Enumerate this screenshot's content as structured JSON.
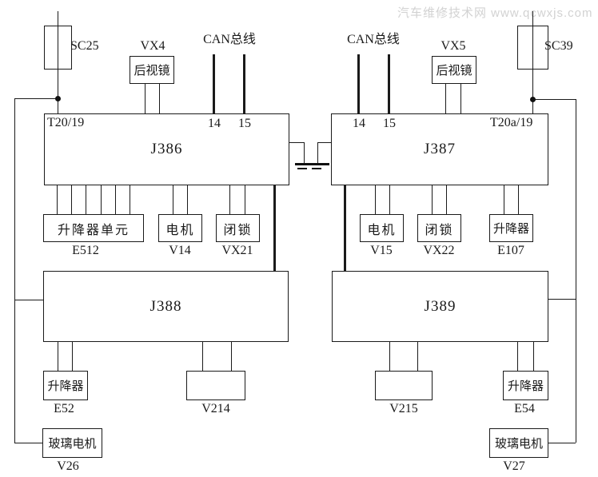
{
  "watermark": "汽车维修技术网 www.qcwxjs.com",
  "fuses": {
    "left": "SC25",
    "right": "SC39"
  },
  "bus": {
    "left_label": "CAN总线",
    "right_label": "CAN总线"
  },
  "mirrors": {
    "left_code": "VX4",
    "left_name": "后视镜",
    "right_code": "VX5",
    "right_name": "后视镜"
  },
  "modules": {
    "j386": {
      "label": "J386",
      "pin_left": "T20/19",
      "pin14": "14",
      "pin15": "15"
    },
    "j387": {
      "label": "J387",
      "pin14": "14",
      "pin15": "15",
      "pin_right": "T20a/19"
    },
    "j388": {
      "label": "J388"
    },
    "j389": {
      "label": "J389"
    }
  },
  "components": {
    "lifter_unit": {
      "name": "升降器单元",
      "code": "E512"
    },
    "motor_left": {
      "name": "电机",
      "code": "V14"
    },
    "lock_left": {
      "name": "闭锁",
      "code": "VX21"
    },
    "motor_right": {
      "name": "电机",
      "code": "V15"
    },
    "lock_right": {
      "name": "闭锁",
      "code": "VX22"
    },
    "lifter_mid_right": {
      "name": "升降器",
      "code": "E107"
    },
    "lifter_bottom_left": {
      "name": "升降器",
      "code": "E52"
    },
    "v214": {
      "code": "V214"
    },
    "v215": {
      "code": "V215"
    },
    "lifter_bottom_right": {
      "name": "升降器",
      "code": "E54"
    },
    "glass_motor_left": {
      "name": "玻璃电机",
      "code": "V26"
    },
    "glass_motor_right": {
      "name": "玻璃电机",
      "code": "V27"
    }
  },
  "colors": {
    "line": "#1a1a1a",
    "watermark": "#d2d2d2",
    "background": "#ffffff"
  }
}
